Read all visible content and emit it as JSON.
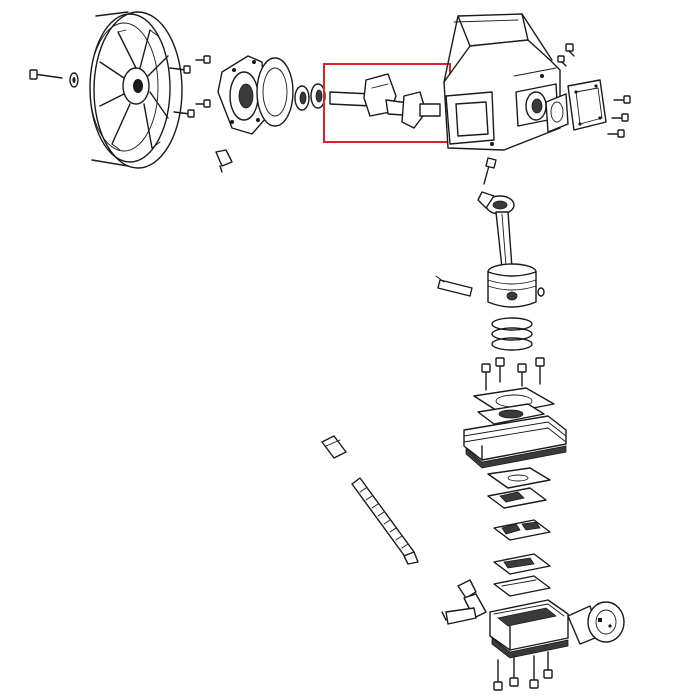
{
  "diagram": {
    "style": "exploded-view line drawing",
    "highlight": {
      "target": "crankshaft",
      "color": "#d9232e"
    },
    "parts": [
      {
        "name": "flywheel-pulley",
        "icon": "pulley-wheel"
      },
      {
        "name": "flywheel-bolt",
        "icon": "bolt"
      },
      {
        "name": "flywheel-washer",
        "icon": "washer"
      },
      {
        "name": "bearing-cover-plate",
        "icon": "flange-plate"
      },
      {
        "name": "cover-gasket",
        "icon": "gasket"
      },
      {
        "name": "oil-seal-bearing",
        "icon": "bearing"
      },
      {
        "name": "crankshaft",
        "icon": "crankshaft"
      },
      {
        "name": "crankcase",
        "icon": "crankcase"
      },
      {
        "name": "rear-cover-plate",
        "icon": "flange-plate"
      },
      {
        "name": "connecting-rod",
        "icon": "connecting-rod"
      },
      {
        "name": "piston",
        "icon": "piston"
      },
      {
        "name": "piston-pin",
        "icon": "pin"
      },
      {
        "name": "piston-rings",
        "icon": "ring"
      },
      {
        "name": "cylinder-studs",
        "icon": "stud"
      },
      {
        "name": "cylinder-block",
        "icon": "finned-cylinder"
      },
      {
        "name": "cylinder-gasket",
        "icon": "gasket"
      },
      {
        "name": "valve-plate",
        "icon": "valve-plate"
      },
      {
        "name": "reed-valves",
        "icon": "reed-valve"
      },
      {
        "name": "cylinder-head",
        "icon": "cylinder-head"
      },
      {
        "name": "air-filter",
        "icon": "air-filter"
      },
      {
        "name": "outlet-elbow",
        "icon": "elbow-fitting"
      },
      {
        "name": "discharge-tube",
        "icon": "finned-tube"
      },
      {
        "name": "head-bolts",
        "icon": "bolt"
      }
    ]
  }
}
